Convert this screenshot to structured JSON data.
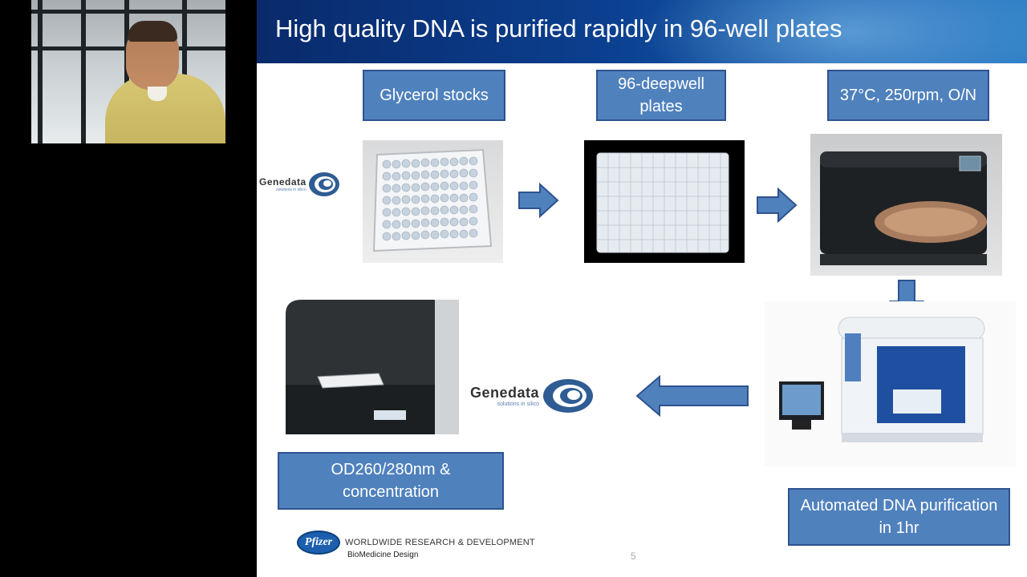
{
  "slide": {
    "title": "High quality DNA is purified rapidly in 96-well plates",
    "page_number": "5"
  },
  "labels": {
    "glycerol": "Glycerol stocks",
    "deepwell": "96-deepwell plates",
    "incubation": "37°C, 250rpm, O/N",
    "purification": "Automated DNA purification in 1hr",
    "od": "OD260/280nm & concentration"
  },
  "logos": {
    "genedata_word": "Genedata",
    "genedata_tagline": "solutions in silico",
    "pfizer": "Pfizer",
    "wwrd": "WORLDWIDE RESEARCH & DEVELOPMENT",
    "biomedicine": "BioMedicine Design"
  },
  "colors": {
    "label_fill": "#4f81bd",
    "label_border": "#2f528f",
    "title_bar": "#0b3f8f"
  }
}
